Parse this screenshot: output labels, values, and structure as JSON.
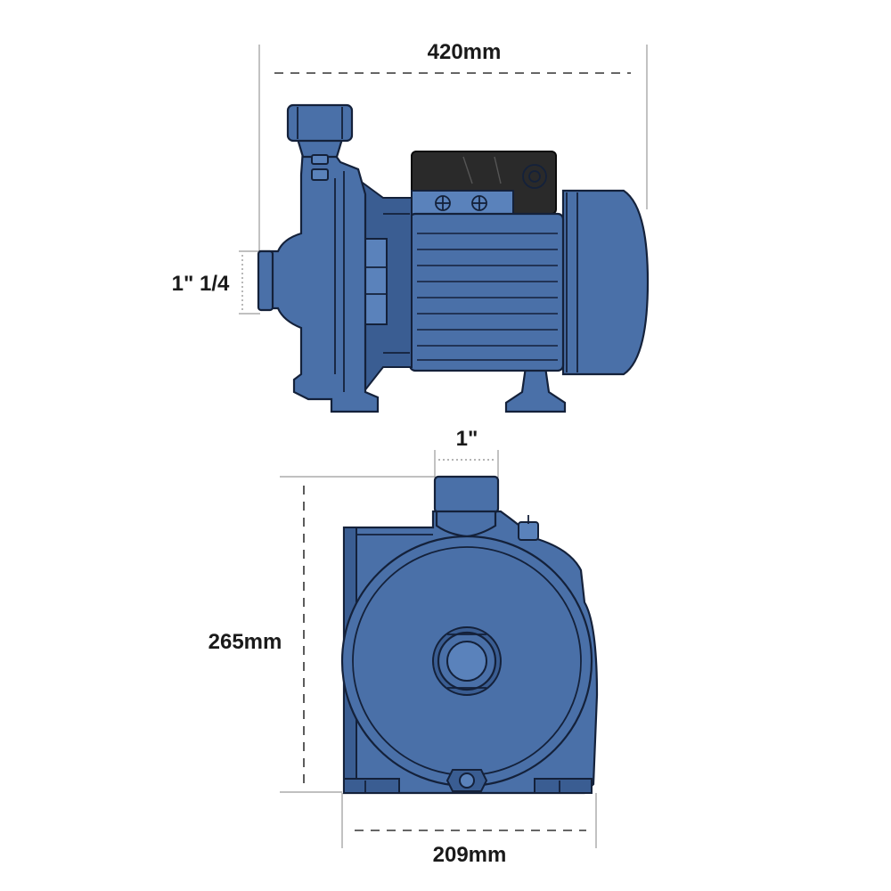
{
  "dimensions": {
    "total_length": "420mm",
    "inlet_size": "1\" 1/4",
    "outlet_size": "1\"",
    "height": "265mm",
    "width": "209mm"
  },
  "colors": {
    "pump": "#4a70a8",
    "pump_dark": "#3a5d92",
    "pump_light": "#5a82bb",
    "outline": "#14213a",
    "terminal_box": "#2a2a2a"
  }
}
